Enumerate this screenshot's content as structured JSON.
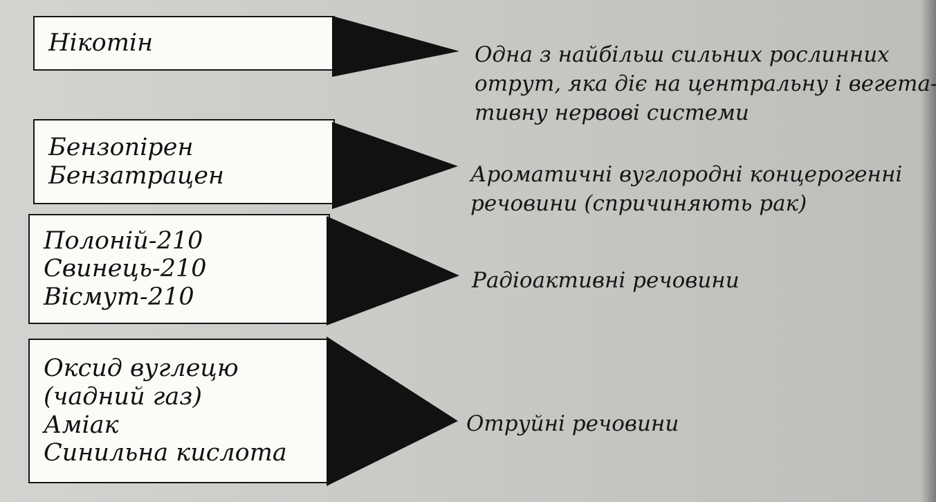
{
  "rows": [
    {
      "terms": [
        "Нікотін"
      ],
      "description": [
        "Одна з найбільш сильних рослинних",
        "отрут, яка діє на центральну і вегета-",
        "тивну нервові системи"
      ]
    },
    {
      "terms": [
        "Бензопірен",
        "Бензатрацен"
      ],
      "description": [
        "Ароматичні вуглородні концерогенні",
        "речовини (спричиняють рак)"
      ]
    },
    {
      "terms": [
        "Полоній-210",
        "Свинець-210",
        "Вісмут-210"
      ],
      "description": [
        "Радіоактивні речовини"
      ]
    },
    {
      "terms": [
        "Оксид вуглецю",
        "(чадний газ)",
        "Аміак",
        "Синильна кислота"
      ],
      "description": [
        "Отруйні речовини"
      ]
    }
  ],
  "colors": {
    "box_fill": "#fbfbf8",
    "arrow_fill": "#111111",
    "text": "#111111"
  },
  "icons": [
    "arrow-triangle-icon"
  ]
}
